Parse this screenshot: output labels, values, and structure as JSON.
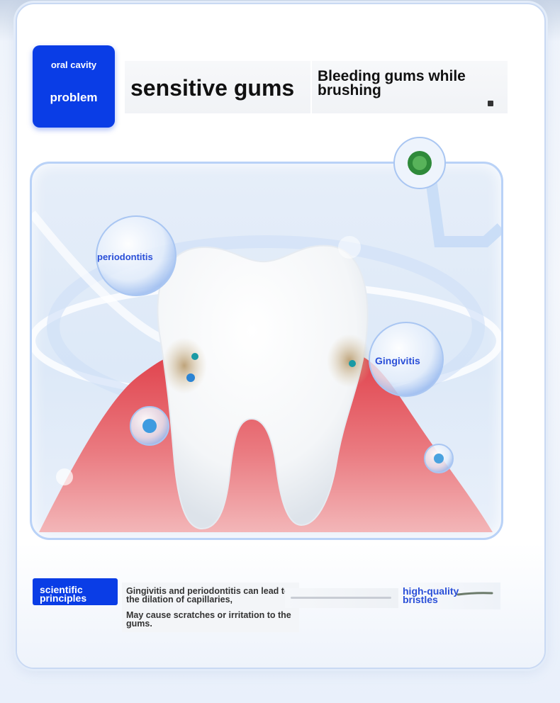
{
  "header": {
    "badge_line1": "oral cavity",
    "badge_line2": "problem",
    "title_sensitive": "sensitive gums",
    "title_bleeding": "Bleeding gums while brushing"
  },
  "illustration": {
    "bubble_periodontitis": "periodontitis",
    "bubble_gingivitis": "Gingivitis"
  },
  "footer": {
    "badge": "scientific principles",
    "desc_1": "Gingivitis and periodontitis can lead to the dilation of capillaries,",
    "desc_2": "May cause scratches or irritation to the gums.",
    "feature": "high-quality bristles"
  },
  "colors": {
    "brand_blue": "#0a3de6",
    "label_blue": "#2a4fd8",
    "gum_red": "#d9404a"
  }
}
